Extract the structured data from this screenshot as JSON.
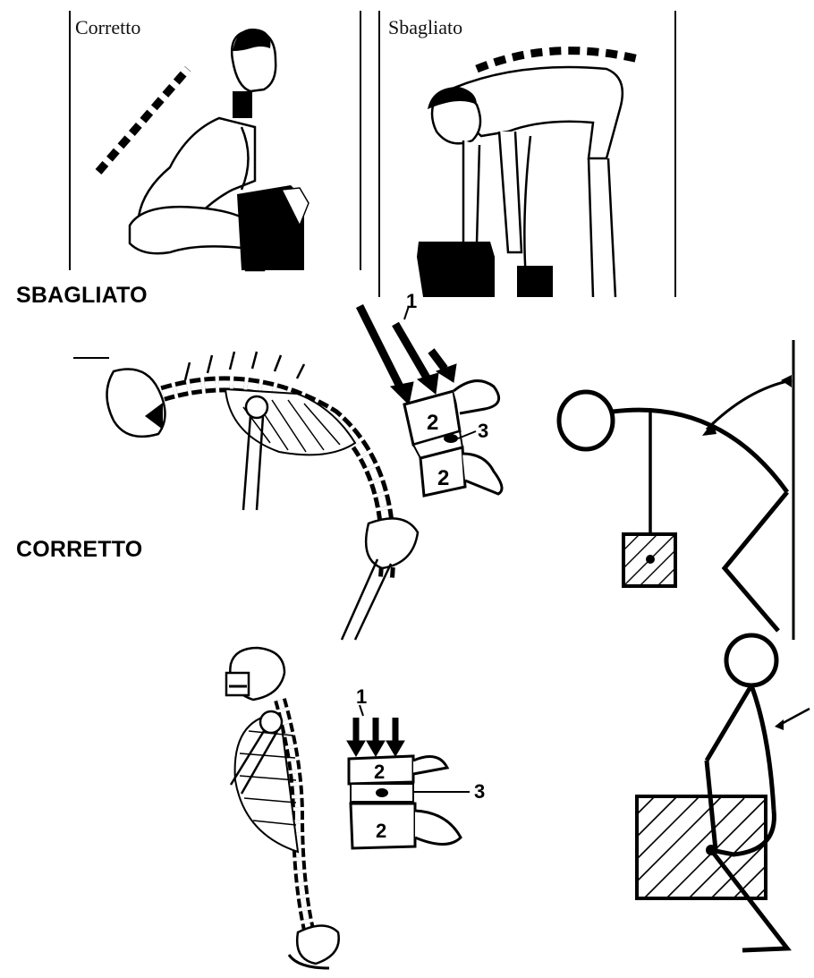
{
  "top_panels": {
    "correct_label": "Corretto",
    "wrong_label": "Sbagliato"
  },
  "headings": {
    "wrong": "SBAGLIATO",
    "correct": "CORRETTO"
  },
  "disc_labels": {
    "force": "1",
    "vertebra": "2",
    "disc": "3"
  },
  "icons": [
    "person-lifting-correct-illustration",
    "person-lifting-wrong-illustration",
    "spine-bent-diagram",
    "spine-upright-diagram",
    "vertebra-disc-compressed-diagram",
    "vertebra-disc-even-diagram",
    "stick-figure-bent-diagram",
    "stick-figure-squat-diagram"
  ]
}
